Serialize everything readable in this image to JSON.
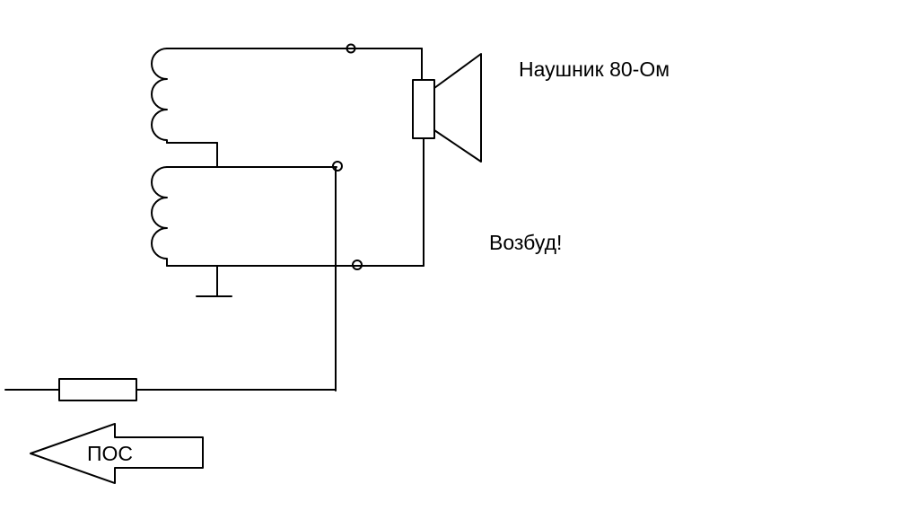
{
  "labels": {
    "headphone": "Наушник 80-Ом",
    "excitation": "Возбуд!",
    "feedback": "ПОС"
  },
  "colors": {
    "background": "#ffffff",
    "stroke": "#000000"
  },
  "components": {
    "coils": [
      "upper-inductor",
      "lower-inductor"
    ],
    "resistors": [
      "series-resistor",
      "headphone-resistor"
    ],
    "speaker": "headphone-speaker",
    "ground": "ground-symbol",
    "arrow": "feedback-arrow"
  }
}
